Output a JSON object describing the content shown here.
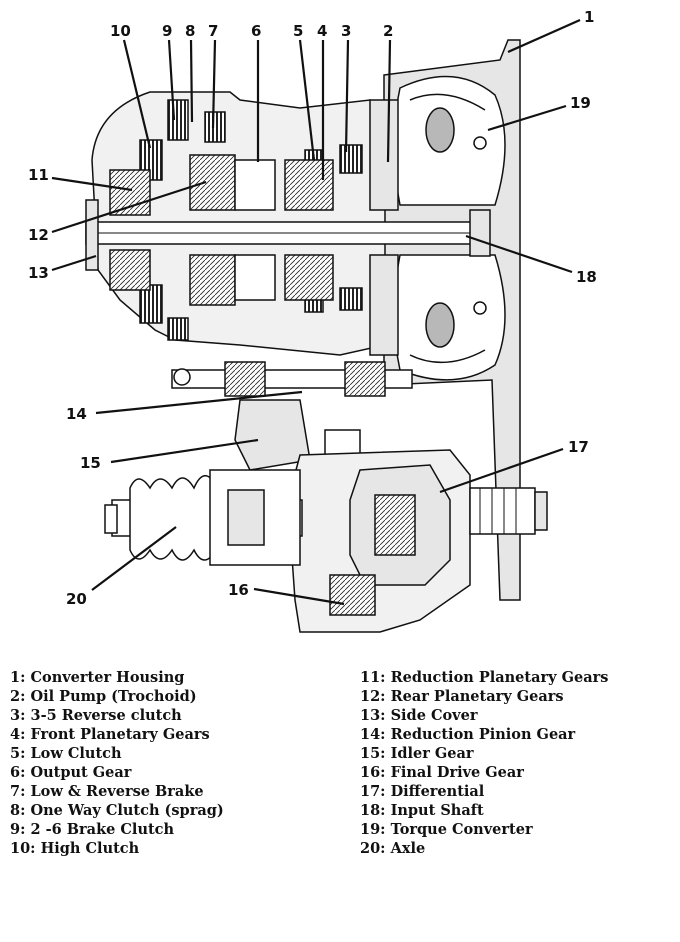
{
  "callouts": [
    {
      "num": "1"
    },
    {
      "num": "2"
    },
    {
      "num": "3"
    },
    {
      "num": "4"
    },
    {
      "num": "5"
    },
    {
      "num": "6"
    },
    {
      "num": "7"
    },
    {
      "num": "8"
    },
    {
      "num": "9"
    },
    {
      "num": "10"
    },
    {
      "num": "11"
    },
    {
      "num": "12"
    },
    {
      "num": "13"
    },
    {
      "num": "14"
    },
    {
      "num": "15"
    },
    {
      "num": "16"
    },
    {
      "num": "17"
    },
    {
      "num": "18"
    },
    {
      "num": "19"
    },
    {
      "num": "20"
    }
  ],
  "legend": {
    "left": [
      "1: Converter Housing",
      "2: Oil Pump (Trochoid)",
      "3: 3-5 Reverse clutch",
      "4: Front Planetary Gears",
      "5: Low Clutch",
      "6: Output Gear",
      "7: Low & Reverse Brake",
      "8: One Way Clutch (sprag)",
      "9: 2 -6 Brake Clutch",
      "10: High Clutch"
    ],
    "right": [
      "11: Reduction Planetary Gears",
      "12: Rear Planetary Gears",
      "13: Side Cover",
      "14: Reduction Pinion Gear",
      "15: Idler Gear",
      "16: Final Drive Gear",
      "17: Differential",
      "18: Input Shaft",
      "19: Torque Converter",
      "20: Axle"
    ]
  },
  "colors": {
    "ink": "#111111",
    "casting": "#e6e6e6",
    "fill_dark": "#8a8a8a",
    "fill_mid": "#b8b8b8"
  }
}
